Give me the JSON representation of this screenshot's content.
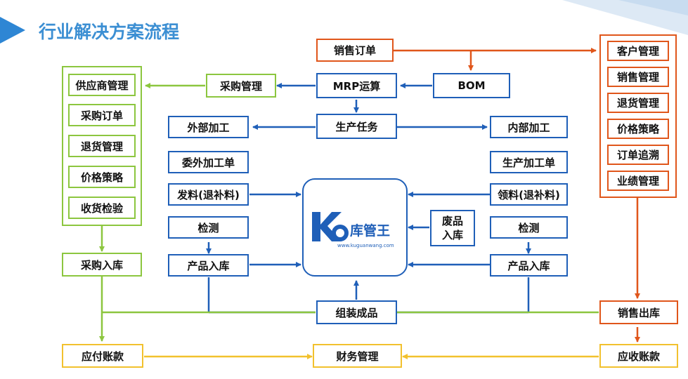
{
  "title": "行业解决方案流程",
  "logo": {
    "name": "库管王",
    "url": "www.kuguanwang.com"
  },
  "left_group": [
    "供应商管理",
    "采购订单",
    "退货管理",
    "价格策略",
    "收货检验"
  ],
  "right_group": [
    "客户管理",
    "销售管理",
    "退货管理",
    "价格策略",
    "订单追溯",
    "业绩管理"
  ],
  "nodes": {
    "sales_order": "销售订单",
    "purchase_mgmt": "采购管理",
    "mrp": "MRP运算",
    "bom": "BOM",
    "production_task": "生产任务",
    "external_process": "外部加工",
    "outsource_order": "委外加工单",
    "issue_left": "发料(退补料)",
    "inspect_left": "检测",
    "product_in_left": "产品入库",
    "internal_process": "内部加工",
    "production_order": "生产加工单",
    "issue_right": "领料(退补料)",
    "waste_in": "废品\n入库",
    "inspect_right": "检测",
    "product_in_right": "产品入库",
    "purchase_in": "采购入库",
    "assembly": "组装成品",
    "sales_out": "销售出库",
    "payable": "应付账款",
    "finance": "财务管理",
    "receivable": "应收账款"
  },
  "colors": {
    "blue": "#1f5fb8",
    "green": "#8cc63f",
    "orange": "#e0561b",
    "yellow": "#f2c12e",
    "title": "#3c8fd3"
  }
}
